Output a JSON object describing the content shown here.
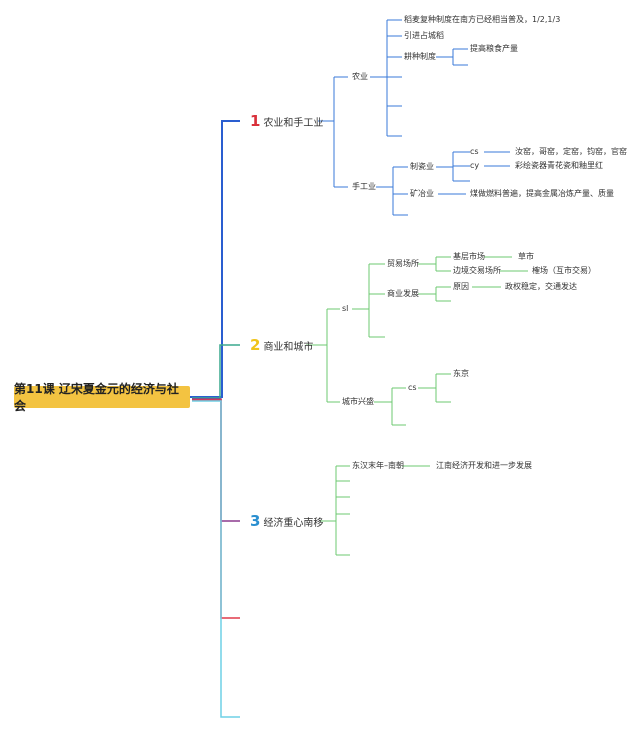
{
  "root": {
    "title": "第11课 辽宋夏金元的经济与社会"
  },
  "branches": [
    {
      "number": "1",
      "color": "#d9303a",
      "line_color": "#2a5ed0",
      "label": "农业和手工业",
      "agriculture": {
        "label": "农业",
        "items": [
          "稻麦复种制度在南方已经相当普及，1/2,1/3",
          "引进占城稻",
          "耕种制度"
        ],
        "sub": "提高粮食产量"
      },
      "handicraft": {
        "label": "手工业",
        "porcelain": {
          "label": "制瓷业",
          "rows": [
            {
              "tag": "cs",
              "text": "汝窑，哥窑，定窑，钧窑，官窑"
            },
            {
              "tag": "cy",
              "text": "彩绘瓷器青花瓷和釉里红"
            }
          ]
        },
        "mining": {
          "label": "矿冶业",
          "text": "煤做燃料普遍，提高金属冶炼产量、质量"
        }
      }
    },
    {
      "number": "2",
      "color": "#f0c419",
      "line_color": "#6cc870",
      "label": "商业和城市",
      "commerce": {
        "label": "sl",
        "trade_places": {
          "label": "贸易场所",
          "rows": [
            {
              "left": "基层市场",
              "right": "草市"
            },
            {
              "left": "边境交易场所",
              "right": "榷场（互市交易）"
            }
          ]
        },
        "development": {
          "label": "商业发展",
          "left": "原因",
          "right": "政权稳定，交通发达"
        }
      },
      "city": {
        "label": "城市兴盛",
        "tag": "cs",
        "item": "东京"
      }
    },
    {
      "number": "3",
      "color": "#2a8fd0",
      "line_color": "#8c3a8e",
      "label": "经济重心南移",
      "period": "东汉末年–南朝",
      "result": "江南经济开发和进一步发展"
    }
  ],
  "colors": {
    "b1": "#2a5ed0",
    "b2": "#6cc870",
    "b3": "#8c3a8e",
    "b4": "#e03a4a",
    "b5": "#6fd0e6",
    "b1sub": "#3a7ad8"
  }
}
